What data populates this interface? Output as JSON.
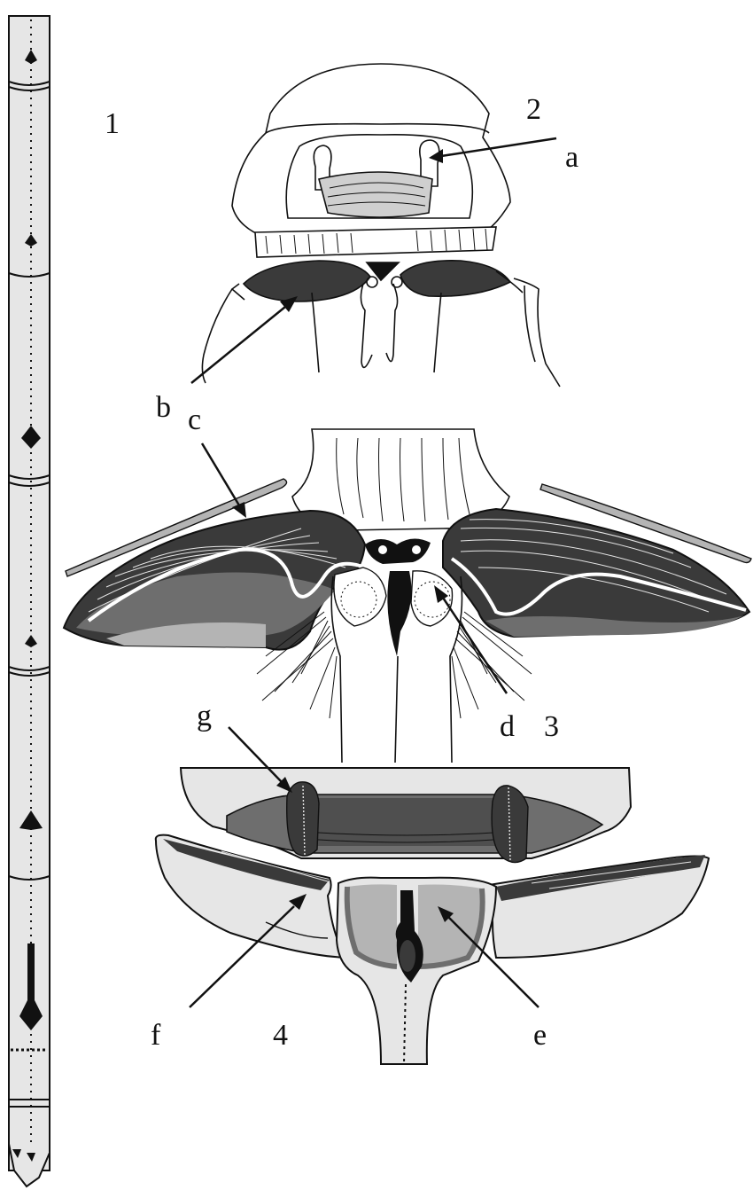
{
  "figure": {
    "panel_labels": {
      "panel_1": "1",
      "panel_2": "2",
      "panel_3": "3",
      "panel_4": "4"
    },
    "callouts": {
      "a": "a",
      "b": "b",
      "c": "c",
      "d": "d",
      "e": "e",
      "f": "f",
      "g": "g"
    },
    "colors": {
      "ink": "#111111",
      "dark_fill": "#3a3a3a",
      "mid_fill": "#6e6e6e",
      "light_fill": "#b4b4b4",
      "pale_fill": "#e6e6e6",
      "paper": "#ffffff"
    }
  }
}
